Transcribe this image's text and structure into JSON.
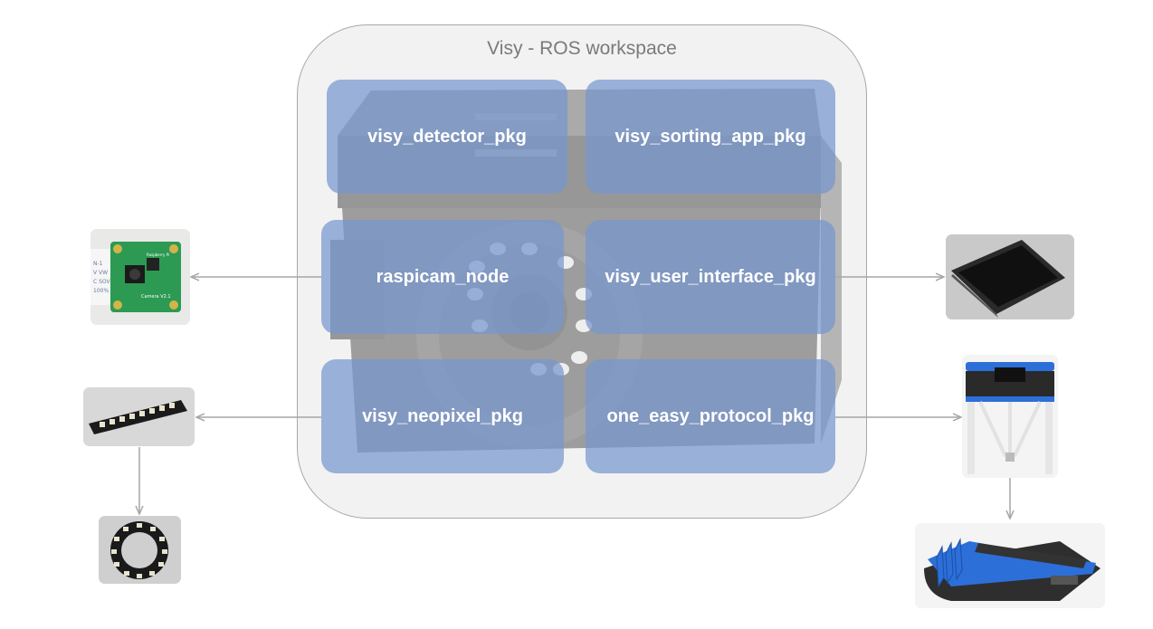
{
  "workspace": {
    "title": "Visy - ROS workspace"
  },
  "packages": {
    "detector": "visy_detector_pkg",
    "sorting_app": "visy_sorting_app_pkg",
    "raspicam": "raspicam_node",
    "user_interface": "visy_user_interface_pkg",
    "neopixel": "visy_neopixel_pkg",
    "protocol": "one_easy_protocol_pkg"
  },
  "colors": {
    "package_fill": "#7695ce",
    "workspace_fill": "#f2f2f2",
    "arrow": "#a6a6a6"
  },
  "hardware_images": [
    {
      "name": "raspberry-pi-camera-module"
    },
    {
      "name": "neopixel-led-stick"
    },
    {
      "name": "neopixel-led-ring"
    },
    {
      "name": "lcd-touch-display"
    },
    {
      "name": "delta-robot"
    },
    {
      "name": "conveyor-sorter"
    }
  ],
  "camera_label": {
    "line1": "Raspberry Pi",
    "line2": "Camera V2.1"
  }
}
